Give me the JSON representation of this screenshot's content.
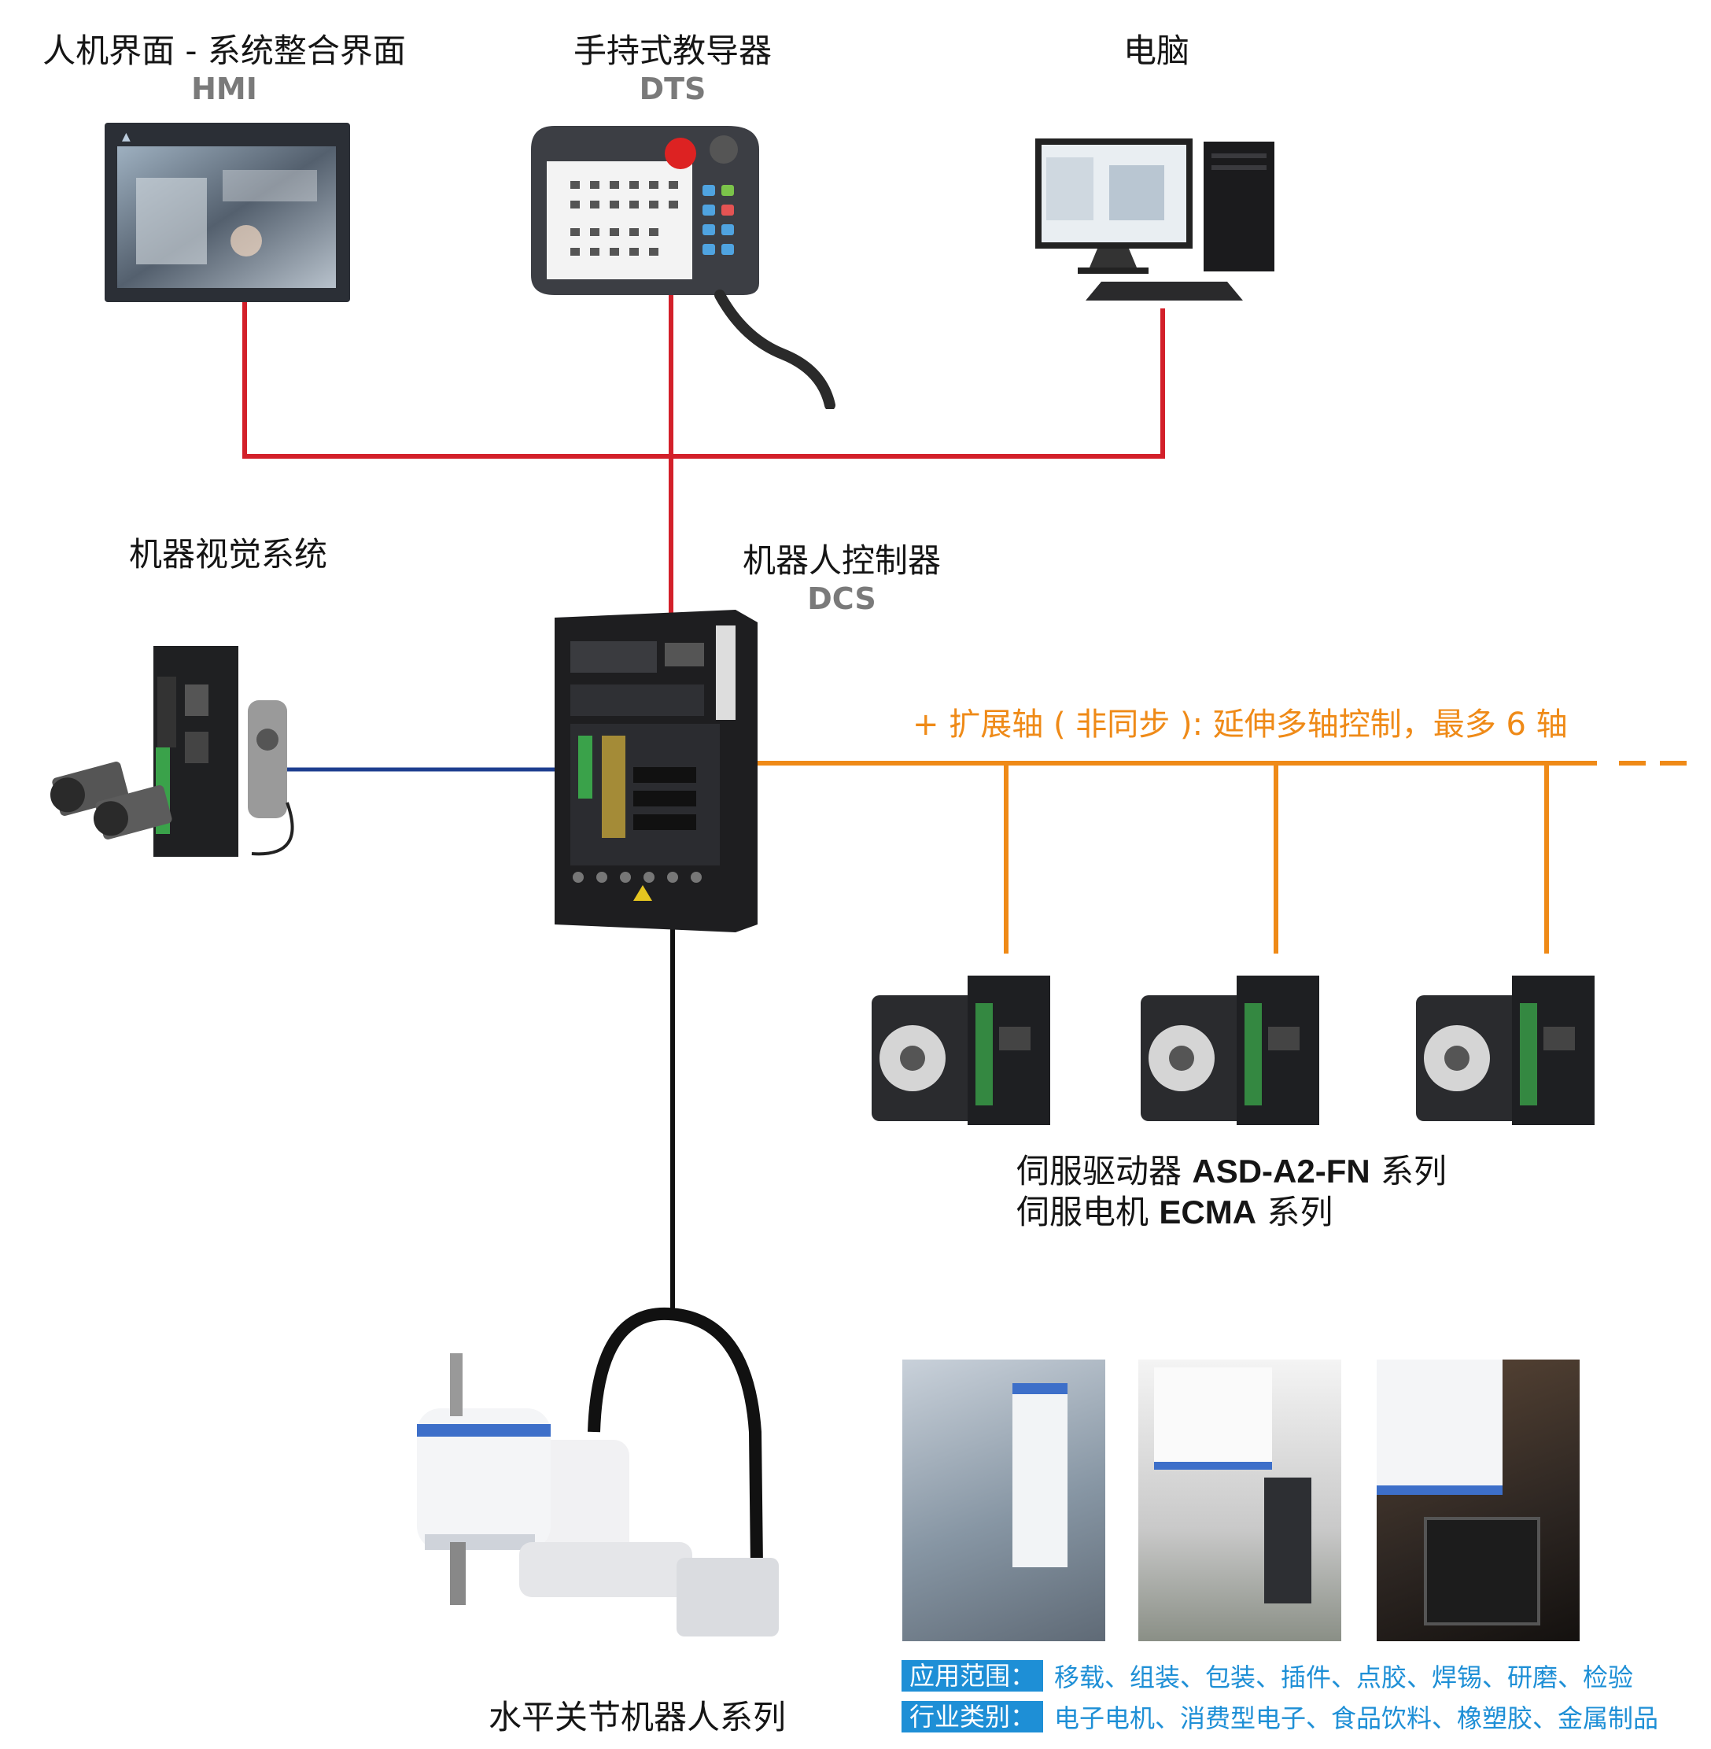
{
  "colors": {
    "ethernet": "#d3202a",
    "vision": "#1d3e8f",
    "extension": "#ef8a17",
    "robot_cable": "#111111",
    "tag_blue": "#1e8fd6"
  },
  "hmi": {
    "title": "人机界面 - 系统整合界面",
    "code": "HMI"
  },
  "dts": {
    "title": "手持式教导器",
    "code": "DTS"
  },
  "pc": {
    "title": "电脑"
  },
  "vision": {
    "title": "机器视觉系统"
  },
  "dcs": {
    "title": "机器人控制器",
    "code": "DCS"
  },
  "extension": {
    "text": "+ 扩展轴 ( 非同步 ): 延伸多轴控制，最多 6 轴"
  },
  "servo": {
    "drive_prefix": "伺服驱动器 ",
    "drive_model": "ASD-A2-FN",
    "drive_suffix": " 系列",
    "motor_prefix": "伺服电机 ",
    "motor_model": "ECMA",
    "motor_suffix": " 系列"
  },
  "scara": {
    "title": "水平关节机器人系列"
  },
  "applications": {
    "tag": "应用范围：",
    "text": "移载、组装、包装、插件、点胶、焊锡、研磨、检验"
  },
  "industries": {
    "tag": "行业类别：",
    "text": "电子电机、消费型电子、食品饮料、橡塑胶、金属制品"
  },
  "icons": [
    "delta-logo-icon"
  ]
}
